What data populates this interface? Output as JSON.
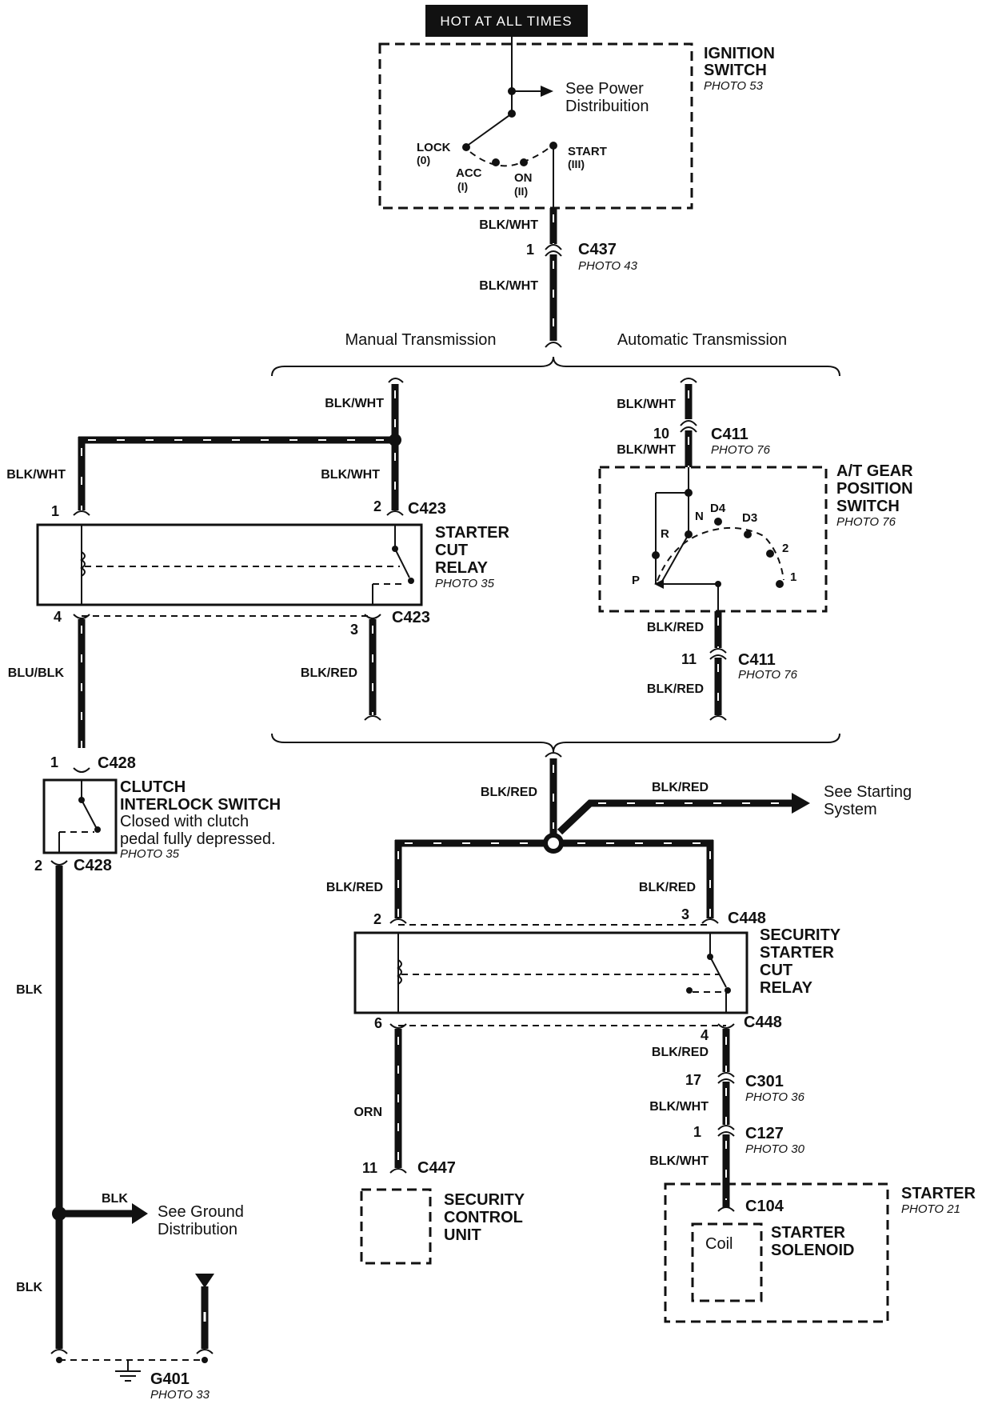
{
  "header": {
    "hot_label": "HOT AT ALL TIMES"
  },
  "ignition_switch": {
    "title_line1": "IGNITION",
    "title_line2": "SWITCH",
    "photo": "PHOTO 53",
    "see_line1": "See Power",
    "see_line2": "Distribuition",
    "lock": "LOCK",
    "lock_num": "(0)",
    "acc": "ACC",
    "acc_num": "(I)",
    "on": "ON",
    "on_num": "(II)",
    "start": "START",
    "start_num": "(III)"
  },
  "c437": {
    "wire_top": "BLK/WHT",
    "pin": "1",
    "name": "C437",
    "photo": "PHOTO 43",
    "wire_bottom": "BLK/WHT"
  },
  "branches": {
    "manual": "Manual Transmission",
    "automatic": "Automatic Transmission"
  },
  "manual": {
    "wire_top": "BLK/WHT",
    "wire_left": "BLK/WHT",
    "wire_right": "BLK/WHT",
    "pin1": "1",
    "pin2": "2",
    "c423_top": "C423",
    "relay_line1": "STARTER",
    "relay_line2": "CUT",
    "relay_line3": "RELAY",
    "relay_photo": "PHOTO 35",
    "pin4": "4",
    "pin3": "3",
    "c423_bottom": "C423",
    "wire_blu": "BLU/BLK",
    "wire_blkred": "BLK/RED"
  },
  "automatic": {
    "wire_top": "BLK/WHT",
    "pin10": "10",
    "c411_top": "C411",
    "photo_top": "PHOTO 76",
    "wire_under": "BLK/WHT",
    "switch_line1": "A/T GEAR",
    "switch_line2": "POSITION",
    "switch_line3": "SWITCH",
    "switch_photo": "PHOTO 76",
    "pos_n": "N",
    "pos_d4": "D4",
    "pos_d3": "D3",
    "pos_r": "R",
    "pos_2": "2",
    "pos_p": "P",
    "pos_1": "1",
    "wire_out": "BLK/RED",
    "pin11": "11",
    "c411_bottom": "C411",
    "photo_bottom": "PHOTO 76",
    "wire_below": "BLK/RED"
  },
  "clutch": {
    "pin1": "1",
    "c428_top": "C428",
    "title_line1": "CLUTCH",
    "title_line2": "INTERLOCK SWITCH",
    "desc_line1": "Closed with clutch",
    "desc_line2": "pedal fully depressed.",
    "photo": "PHOTO 35",
    "pin2": "2",
    "c428_bottom": "C428",
    "wire_blk1": "BLK",
    "wire_blk_ground": "BLK",
    "see_ground_line1": "See Ground",
    "see_ground_line2": "Distribution",
    "wire_blk2": "BLK",
    "g401": "G401",
    "g401_photo": "PHOTO 33"
  },
  "security": {
    "wire_in": "BLK/RED",
    "wire_starting": "BLK/RED",
    "see_starting_line1": "See Starting",
    "see_starting_line2": "System",
    "wire_left": "BLK/RED",
    "wire_right": "BLK/RED",
    "pin2": "2",
    "pin3": "3",
    "c448_top": "C448",
    "relay_line1": "SECURITY",
    "relay_line2": "STARTER",
    "relay_line3": "CUT",
    "relay_line4": "RELAY",
    "pin6": "6",
    "c448_bottom": "C448",
    "pin4": "4",
    "wire_orn": "ORN",
    "wire_blkred": "BLK/RED",
    "pin11": "11",
    "c447": "C447",
    "unit_line1": "SECURITY",
    "unit_line2": "CONTROL",
    "unit_line3": "UNIT",
    "pin17": "17",
    "c301": "C301",
    "c301_photo": "PHOTO 36",
    "wire_blkwht1": "BLK/WHT",
    "pin1": "1",
    "c127": "C127",
    "c127_photo": "PHOTO 30",
    "wire_blkwht2": "BLK/WHT"
  },
  "starter": {
    "title": "STARTER",
    "photo": "PHOTO 21",
    "c104": "C104",
    "coil": "Coil",
    "solenoid_line1": "STARTER",
    "solenoid_line2": "SOLENOID"
  }
}
